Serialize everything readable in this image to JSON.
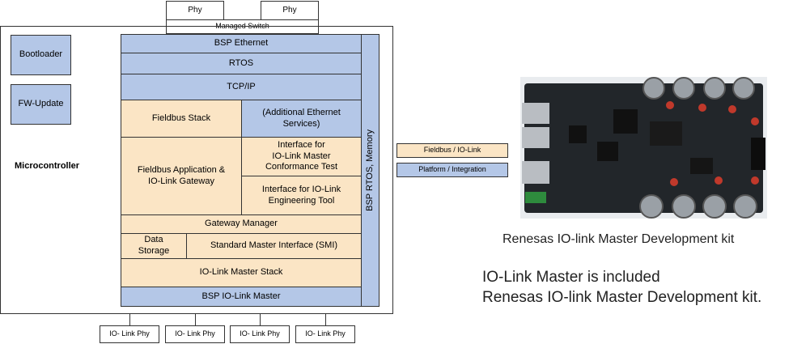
{
  "top_phys": [
    "Phy",
    "Phy"
  ],
  "managed_switch": "Managed Switch",
  "left_blocks": [
    "Bootloader",
    "FW-Update"
  ],
  "microcontroller_label": "Microcontroller",
  "stack": {
    "bsp_ethernet": "BSP Ethernet",
    "rtos": "RTOS",
    "tcpip": "TCP/IP",
    "fieldbus_stack": "Fieldbus Stack",
    "additional_ethernet": "(Additional Ethernet\nServices)",
    "fieldbus_application": "Fieldbus Application &\nIO-Link Gateway",
    "interface_conformance": "Interface for\nIO-Link Master\nConformance Test",
    "interface_engineering": "Interface for IO-Link\nEngineering Tool",
    "gateway_manager": "Gateway Manager",
    "data_storage": "Data\nStorage",
    "smi": "Standard Master Interface (SMI)",
    "iolink_master_stack": "IO-Link Master Stack",
    "bsp_iolink_master": "BSP IO-Link Master",
    "bsp_rtos_memory": "BSP RTOS, Memory"
  },
  "bottom_phys": [
    "IO- Link Phy",
    "IO- Link Phy",
    "IO- Link Phy",
    "IO- Link Phy"
  ],
  "legend": {
    "fieldbus": "Fieldbus / IO-Link",
    "platform": "Platform / Integration"
  },
  "colors": {
    "blue": "#b4c7e7",
    "tan": "#fbe5c5"
  },
  "photo_caption": "Renesas IO-link Master Development kit",
  "note_lines": [
    "IO-Link Master is included",
    "Renesas IO-link Master Development kit."
  ]
}
